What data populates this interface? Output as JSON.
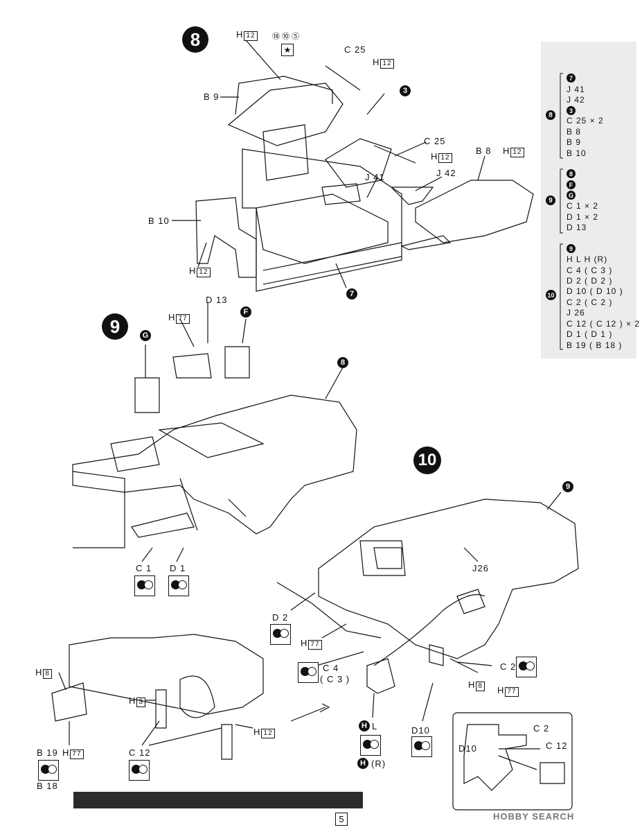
{
  "steps": {
    "s8": "8",
    "s9": "9",
    "s10": "10"
  },
  "step8": {
    "H12_top": "H",
    "H12_top_box": "12",
    "markers": "⑱ ⑩ ⑤",
    "B9": "B 9",
    "C25_top": "C 25",
    "H12_c25_top": "H",
    "H12_c25_top_box": "12",
    "sub3": "3",
    "C25_mid": "C 25",
    "H12_c25_mid": "H",
    "H12_c25_mid_box": "12",
    "B8": "B 8",
    "H12_b8": "H",
    "H12_b8_box": "12",
    "J41": "J 41",
    "J42": "J 42",
    "B10": "B 10",
    "H12_b10": "H",
    "H12_b10_box": "12",
    "sub7": "7"
  },
  "step9": {
    "D13": "D 13",
    "H77": "H",
    "H77_box": "77",
    "F": "F",
    "G": "G",
    "sub8": "8",
    "C1": "C 1",
    "D1": "D 1"
  },
  "step10": {
    "sub9": "9",
    "J26": "J26",
    "D2": "D 2",
    "H77_d2": "H",
    "H77_d2_box": "77",
    "C4": "C 4",
    "C3": "( C 3 )",
    "C2": "C 2",
    "H8": "H",
    "H8_box": "8",
    "H77_c2": "H",
    "H77_c2_box": "77",
    "HL": "H",
    "HL_suffix": "L",
    "HR": "H",
    "HR_suffix": "(R)",
    "D10": "D10"
  },
  "bottom_left": {
    "H8": "H",
    "H8_box": "8",
    "H3": "H",
    "H3_box": "3",
    "H12": "H",
    "H12_box": "12",
    "B19": "B 19",
    "H77": "H",
    "H77_box": "77",
    "B18": "B 18",
    "C12": "C 12"
  },
  "inset": {
    "C2": "C 2",
    "D10": "D10",
    "C12": "C 12"
  },
  "panel": {
    "group8": {
      "num": "8",
      "items": [
        "7",
        "J 41",
        "J 42",
        "3",
        "C 25 × 2",
        "B 8",
        "B 9",
        "B 10"
      ]
    },
    "group9": {
      "num": "9",
      "items": [
        "8",
        "F",
        "G",
        "C 1 × 2",
        "D 1 × 2",
        "D 13"
      ]
    },
    "group10": {
      "num": "10",
      "items": [
        "9",
        "H L  H (R)",
        "C 4 ( C 3 )",
        "D 2 ( D 2 )",
        "D 10 ( D 10 )",
        "C 2 ( C 2 )",
        "J 26",
        "C 12 ( C 12 ) × 2",
        "D 1 ( D 1 )",
        "B 19 ( B 18 )"
      ]
    }
  },
  "page_number": "5",
  "watermark": "HOBBY SEARCH"
}
